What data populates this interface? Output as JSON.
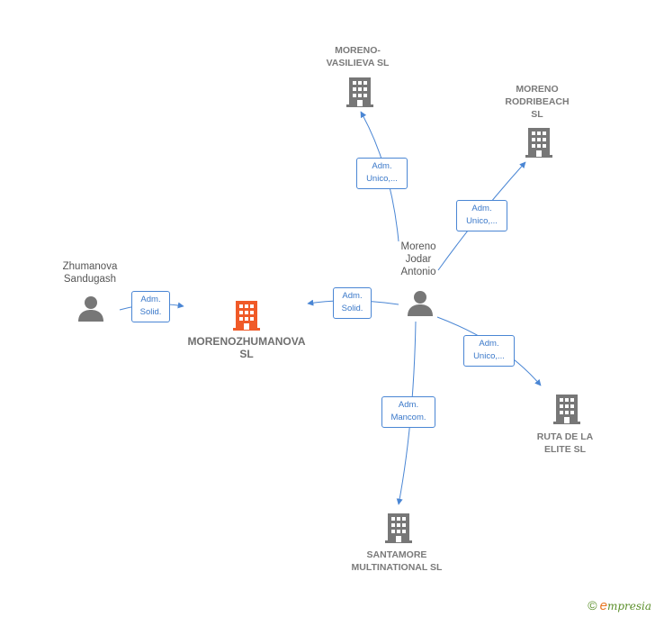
{
  "colors": {
    "edge": "#4a86d4",
    "company_icon": "#777777",
    "company_icon_highlight": "#f05a28",
    "person_icon": "#777777"
  },
  "nodes": {
    "moreno_vasilieva": {
      "line1": "MORENO-",
      "line2": "VASILIEVA SL"
    },
    "moreno_rodribeach": {
      "line1": "MORENO",
      "line2": "RODRIBEACH",
      "line3": "SL"
    },
    "moreno_jodar": {
      "line1": "Moreno",
      "line2": "Jodar",
      "line3": "Antonio"
    },
    "zhumanova": {
      "line1": "Zhumanova",
      "line2": "Sandugash"
    },
    "morenozhumanova": {
      "line1": "MORENOZHUMANOVA",
      "line2": "SL"
    },
    "ruta_elite": {
      "line1": "RUTA DE LA",
      "line2": "ELITE  SL"
    },
    "santamore": {
      "line1": "SANTAMORE",
      "line2": "MULTINATIONAL SL"
    }
  },
  "relations": {
    "to_vasilieva": {
      "line1": "Adm.",
      "line2": "Unico,..."
    },
    "to_rodribeach": {
      "line1": "Adm.",
      "line2": "Unico,..."
    },
    "to_morenozhumanova": {
      "line1": "Adm.",
      "line2": "Solid."
    },
    "zhumanova_to_morenozhumanova": {
      "line1": "Adm.",
      "line2": "Solid."
    },
    "to_ruta": {
      "line1": "Adm.",
      "line2": "Unico,..."
    },
    "to_santamore": {
      "line1": "Adm.",
      "line2": "Mancom."
    }
  },
  "brand": {
    "copyright": "©",
    "name_first": "e",
    "name_rest": "mpresia"
  }
}
